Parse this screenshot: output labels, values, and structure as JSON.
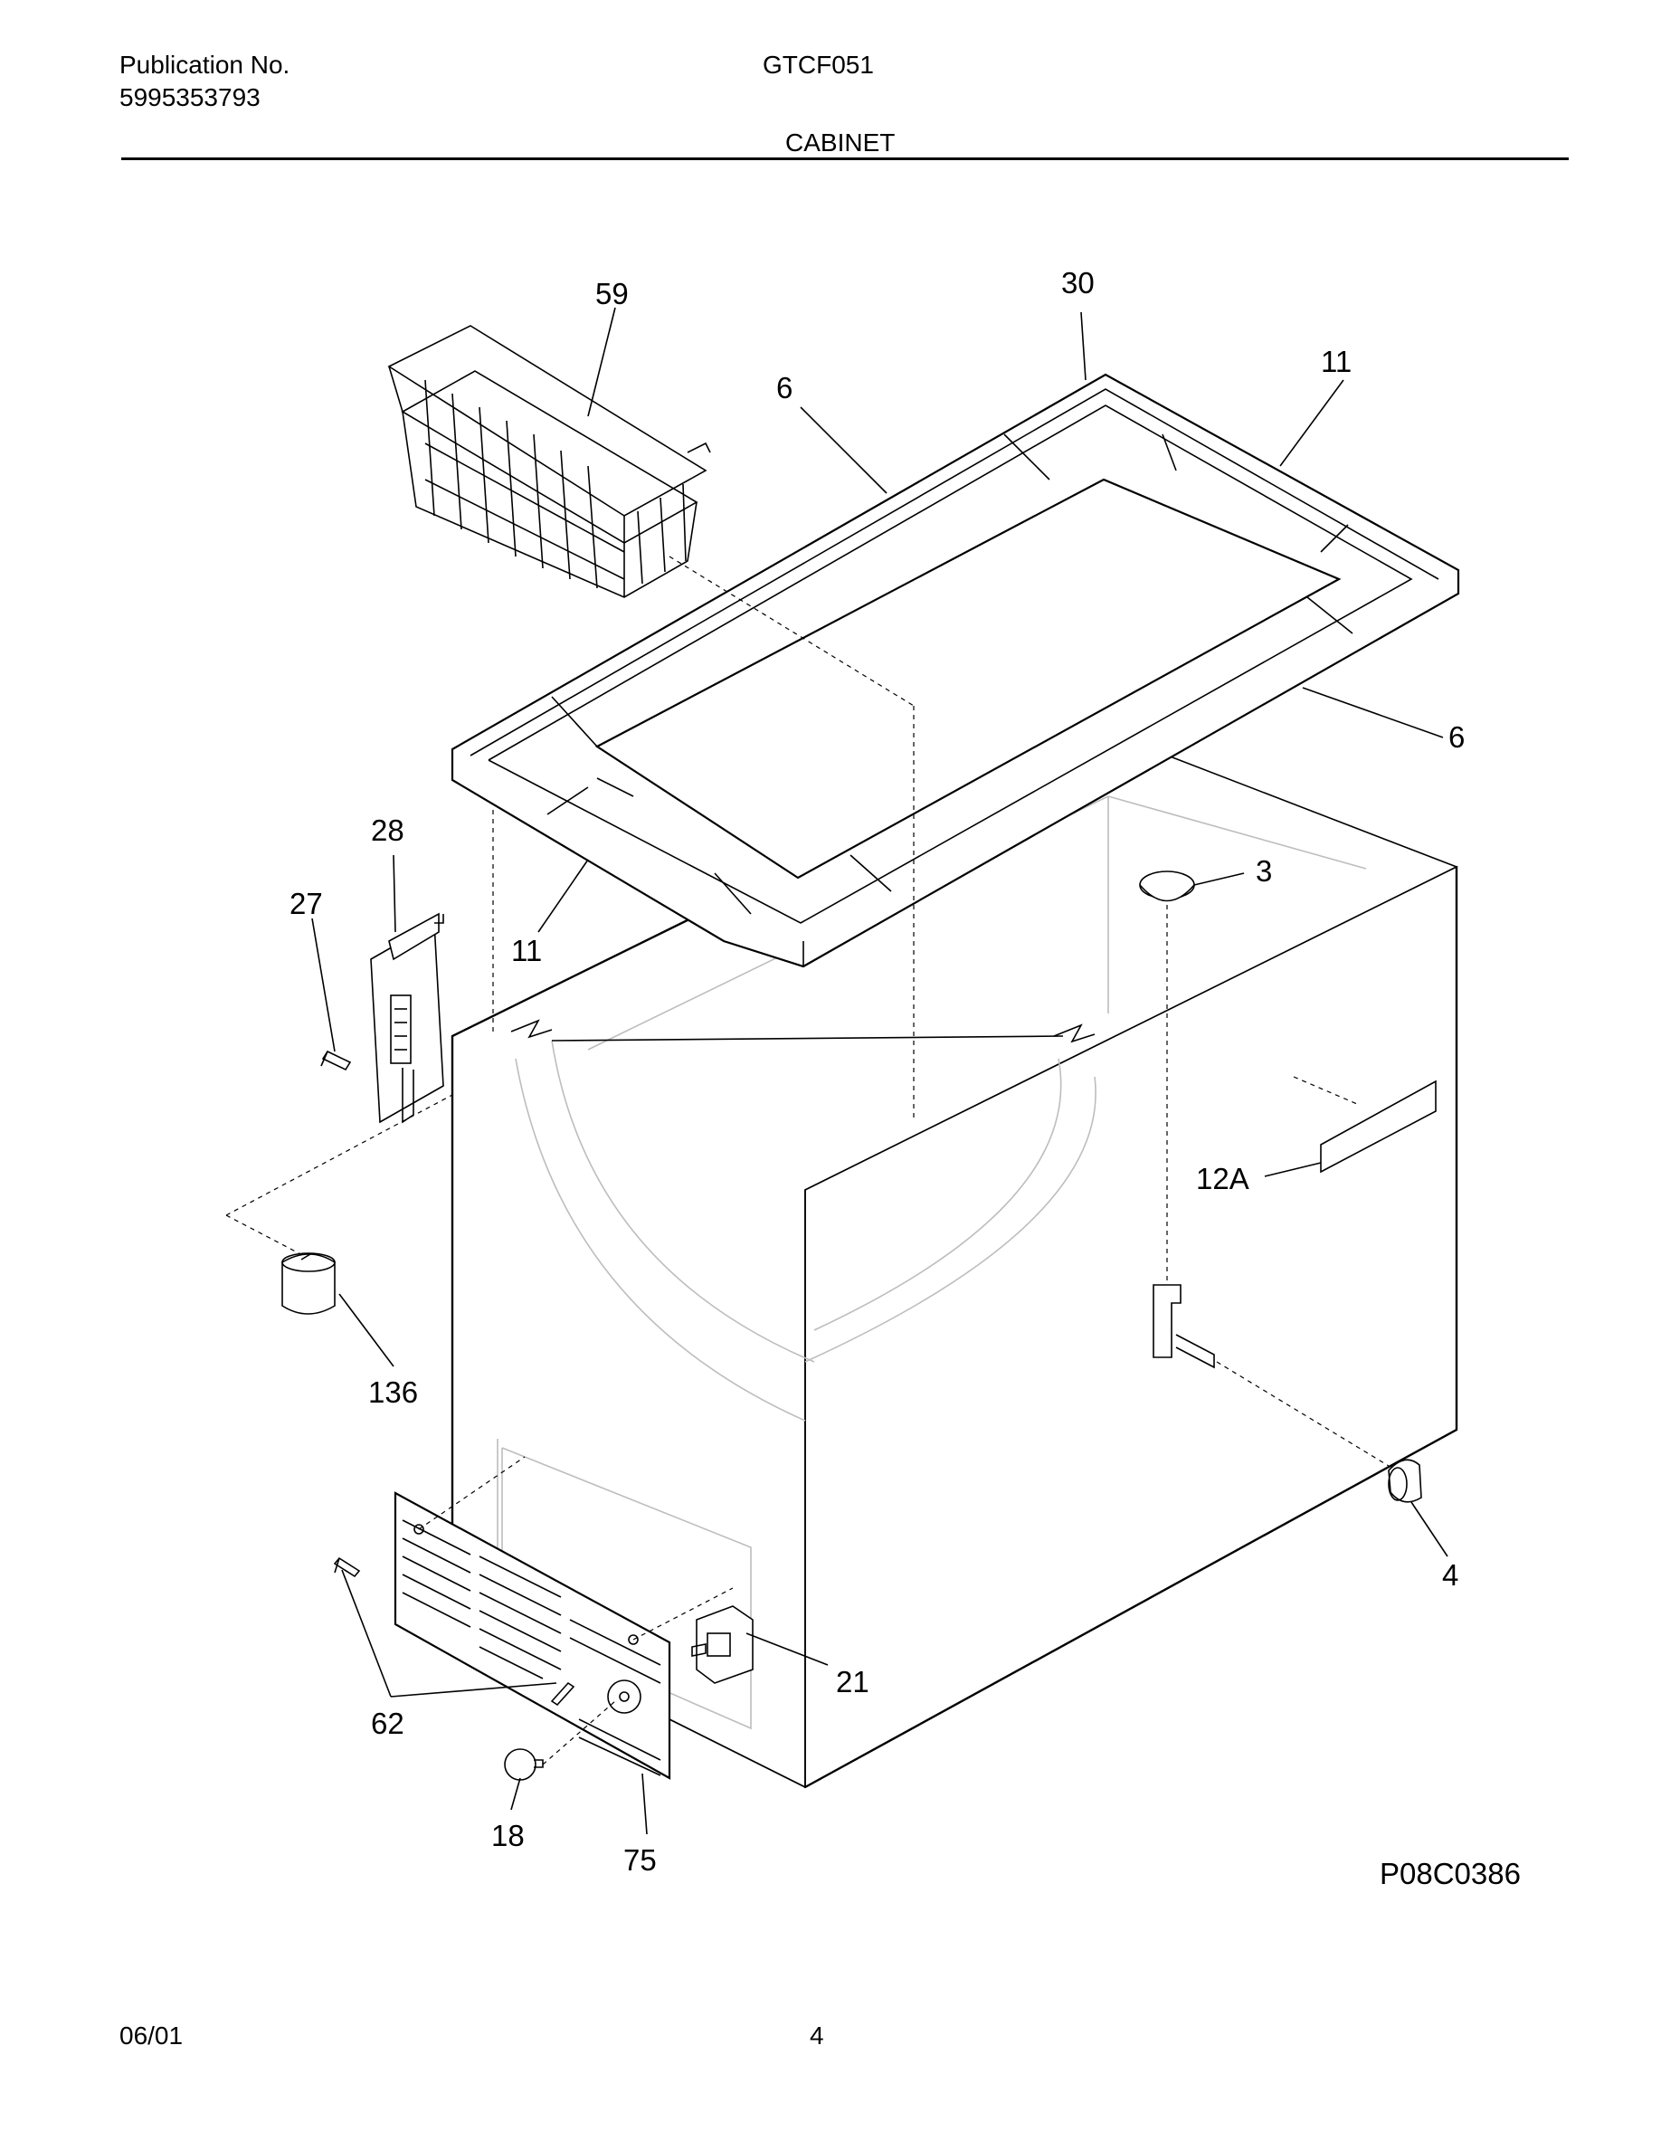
{
  "header": {
    "publication_label": "Publication No.",
    "publication_number": "5995353793",
    "model": "GTCF051",
    "section_title": "CABINET"
  },
  "diagram": {
    "callouts": {
      "c59": "59",
      "c30": "30",
      "c6a": "6",
      "c11a": "11",
      "c6b": "6",
      "c28": "28",
      "c27": "27",
      "c11b": "11",
      "c3": "3",
      "c12a": "12A",
      "c136": "136",
      "c4": "4",
      "c21": "21",
      "c62": "62",
      "c18": "18",
      "c75": "75"
    },
    "figure_code": "P08C0386"
  },
  "footer": {
    "date": "06/01",
    "page": "4"
  }
}
